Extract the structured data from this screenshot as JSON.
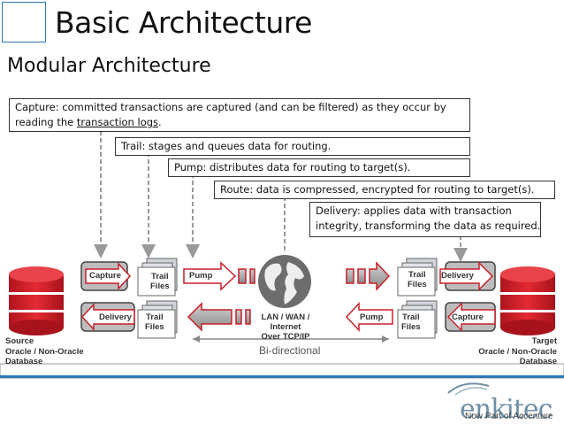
{
  "header": {
    "title": "Basic Architecture",
    "subtitle": "Modular Architecture"
  },
  "notes": {
    "capture_line1": "Capture: committed transactions are captured (and can be filtered) as they occur by",
    "capture_line2_pre": "reading the ",
    "capture_line2_link": "transaction logs",
    "capture_line2_post": ".",
    "trail": "Trail: stages and queues data for routing.",
    "pump": "Pump: distributes data for routing to target(s).",
    "route": "Route: data is compressed, encrypted for routing to target(s).",
    "delivery_line1": "Delivery: applies data with transaction",
    "delivery_line2": "integrity, transforming the data as required."
  },
  "diagram": {
    "source": {
      "line1": "Source",
      "line2": "Oracle / Non-Oracle",
      "line3": "Database"
    },
    "target": {
      "line1": "Target",
      "line2": "Oracle / Non-Oracle",
      "line3": "Database"
    },
    "capture": "Capture",
    "delivery": "Delivery",
    "pump": "Pump",
    "trail_line1": "Trail",
    "trail_line2": "Files",
    "network_line1": "LAN /  WAN / Internet",
    "network_line2": "Over TCP/IP",
    "bidirectional": "Bi-directional"
  },
  "brand": {
    "name": "enkitec",
    "tagline": "Now Part of Accenture"
  },
  "colors": {
    "accent_blue": "#2b78b5",
    "db_red": "#d9202a",
    "arrow_red": "#c81e28"
  }
}
